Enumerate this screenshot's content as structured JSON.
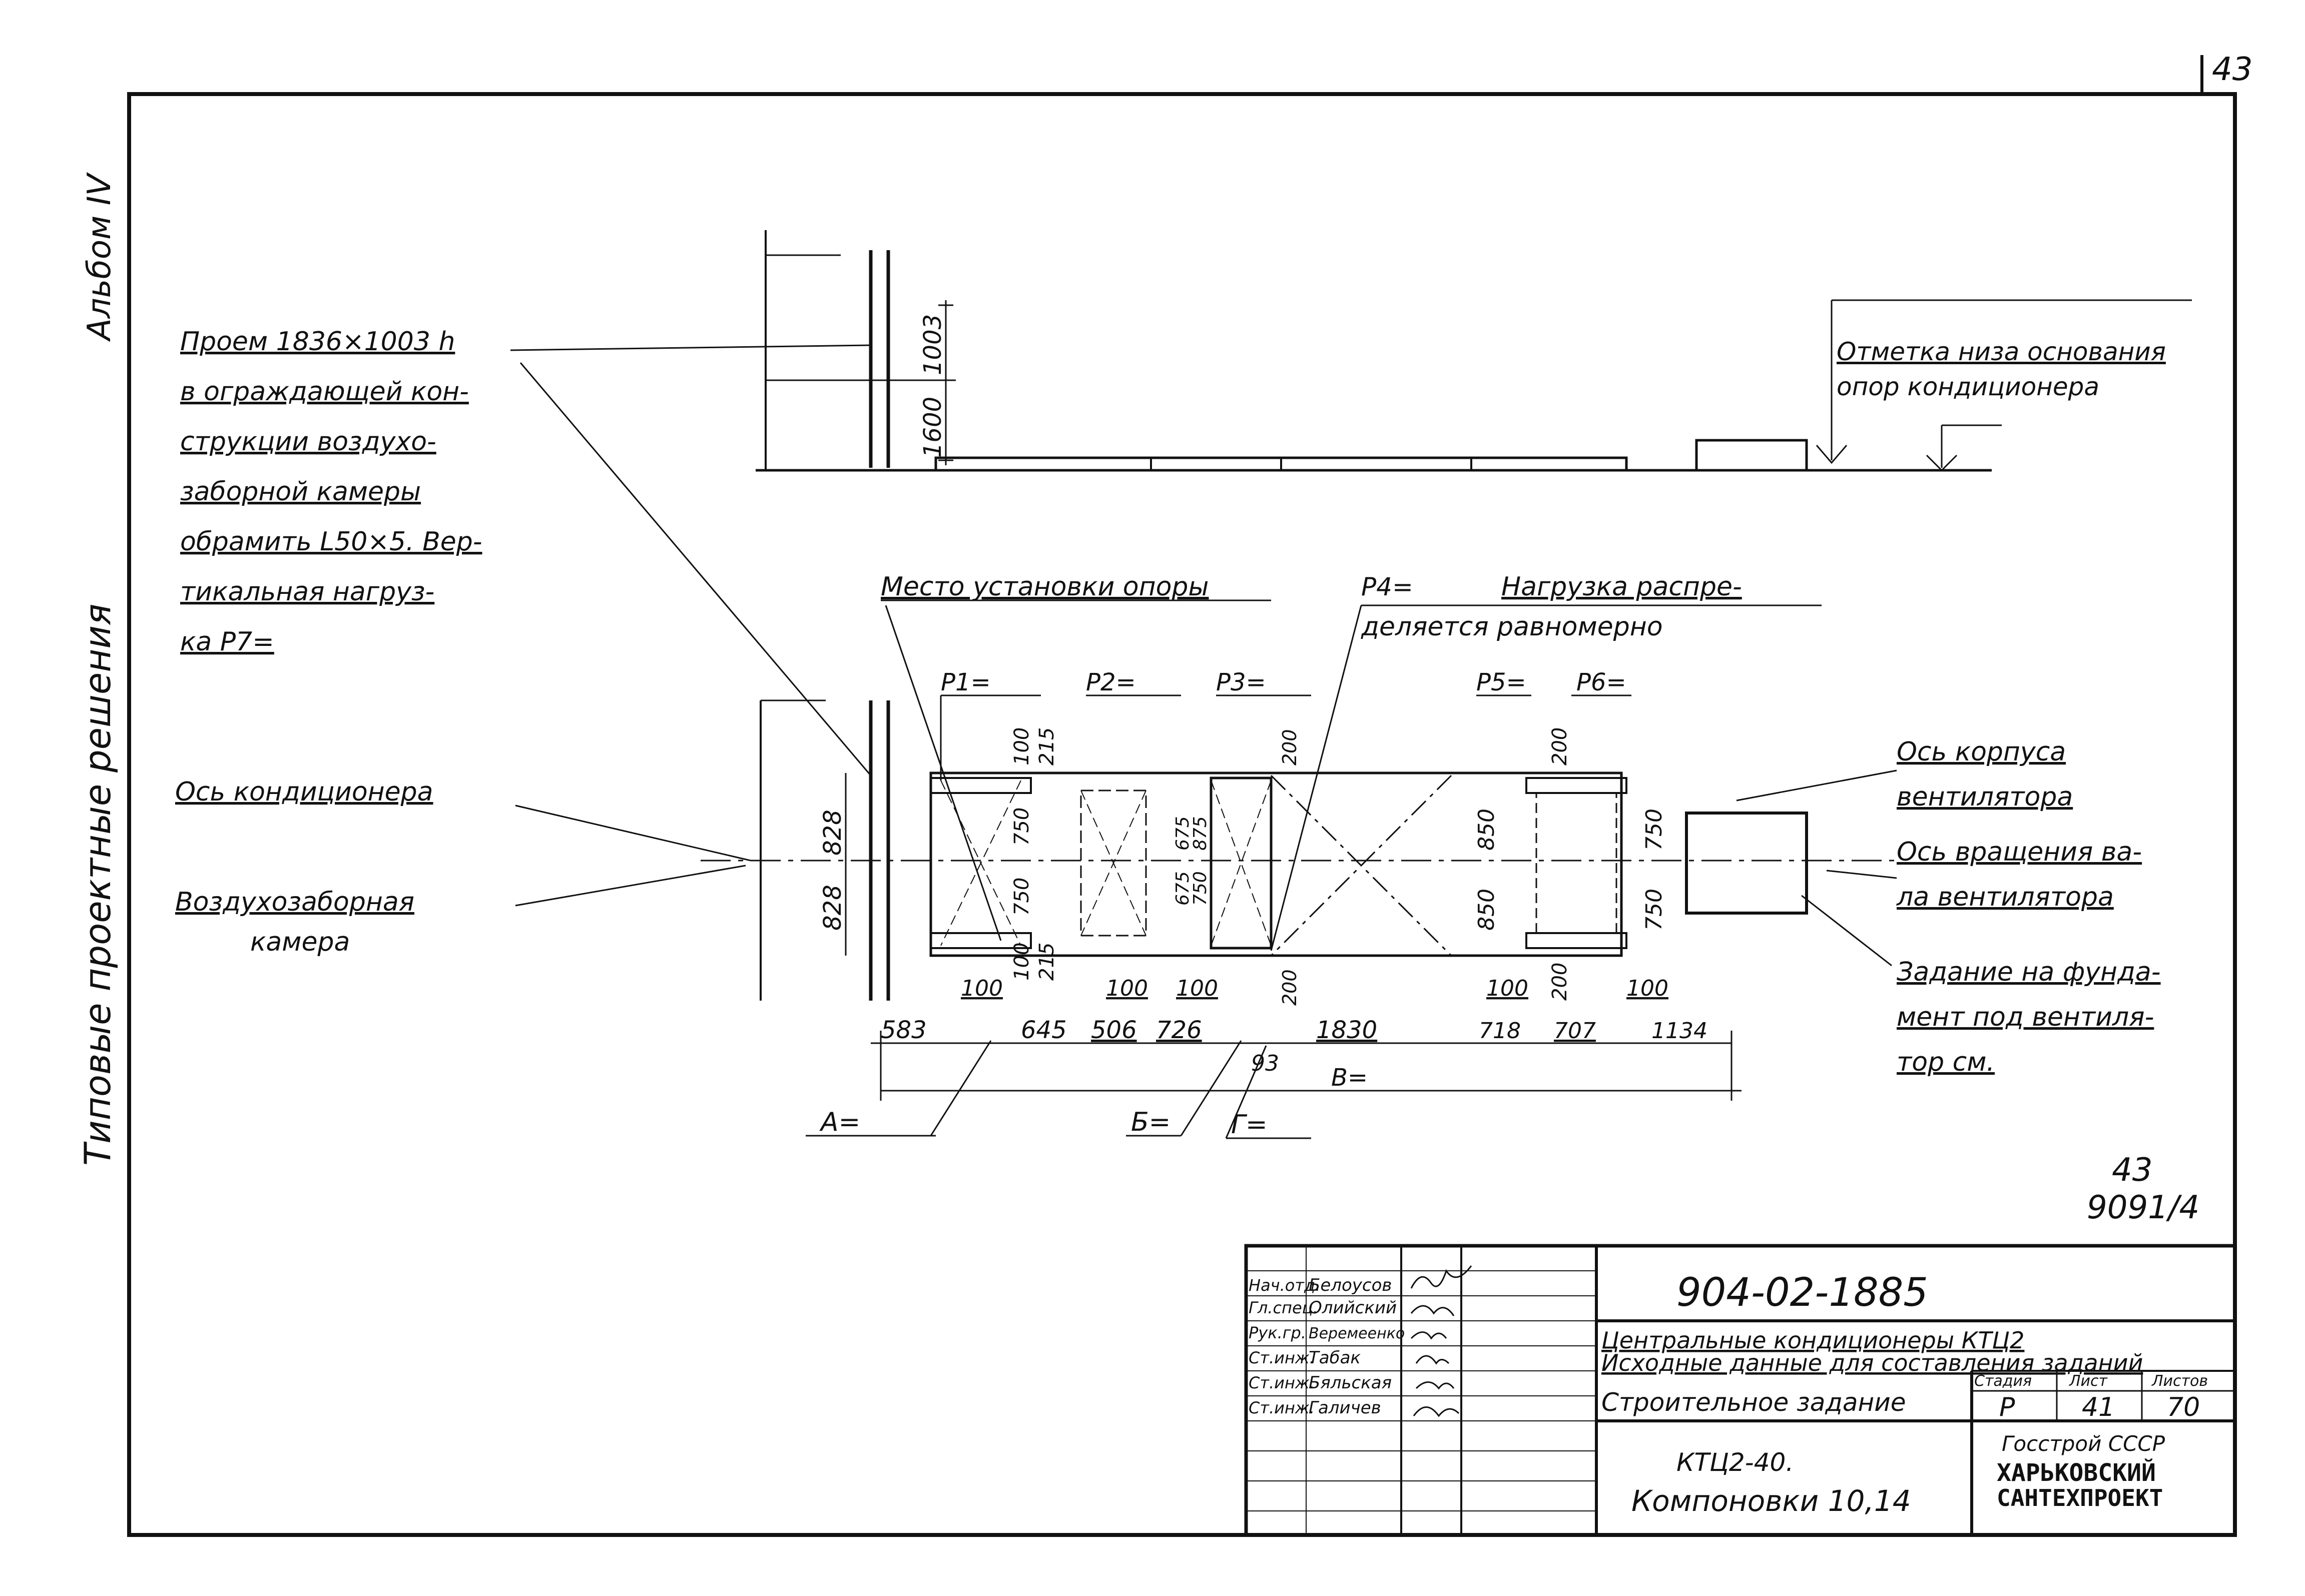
{
  "sheet": {
    "page_number": "43",
    "album": "Альбом IV",
    "series": "Типовые проектные решения",
    "sheet_code": "43\n9091/4"
  },
  "elevation": {
    "opening_note": [
      "Проем 1836×1003 h",
      "в ограждающей кон-",
      "струкции воздухо-",
      "заборной камеры",
      "обрамить L50×5. Вер-",
      "тикальная нагруз-",
      "ка P7="
    ],
    "dim_1003": "1003",
    "dim_1600": "1600",
    "base_note": [
      "Отметка низа основания",
      "опор кондиционера"
    ]
  },
  "plan": {
    "support_place": "Место установки опоры",
    "p4_note": [
      "P4=",
      "Нагрузка распре-",
      "деляется равномерно"
    ],
    "loads": [
      "P1=",
      "P2=",
      "P3=",
      "P5=",
      "P6="
    ],
    "axis_conditioner": "Ось кондиционера",
    "air_intake": [
      "Воздухозаборная",
      "камера"
    ],
    "fan_housing_axis": [
      "Ось корпуса",
      "вентилятора"
    ],
    "fan_shaft_axis": [
      "Ось вращения ва-",
      "ла вентилятора"
    ],
    "fan_foundation": [
      "Задание на фунда-",
      "мент под вентиля-",
      "тор см."
    ],
    "left_dims": [
      "828",
      "828"
    ],
    "vert_dims": [
      "100",
      "215",
      "750",
      "750",
      "100",
      "215",
      "675",
      "875",
      "675",
      "750",
      "200",
      "200",
      "850",
      "850",
      "750",
      "750",
      "200",
      "200"
    ],
    "small_dims": [
      "100",
      "100",
      "100",
      "100",
      "100"
    ],
    "chain_dims": [
      "583",
      "645",
      "506",
      "726",
      "1830",
      "718",
      "707",
      "1134"
    ],
    "dim_93": "93",
    "dim_B": "В=",
    "label_A": "А=",
    "label_Б": "Б=",
    "label_Г": "Г="
  },
  "title_block": {
    "roles": [
      "Нач.отд.",
      "Гл.спец.",
      "Рук.гр.",
      "Ст.инж.",
      "Ст.инж.",
      "Ст.инж."
    ],
    "names": [
      "Белоусов",
      "Олийский",
      "Веремеенко",
      "Табак",
      "Бяльская",
      "Галичев"
    ],
    "doc_number": "904-02-1885",
    "title_1": "Центральные кондиционеры КТЦ2",
    "title_2": "Исходные данные для составления заданий",
    "sheet_title": "Строительное задание",
    "stage_label": "Стадия",
    "sheet_label": "Лист",
    "sheets_label": "Листов",
    "stage": "Р",
    "sheet_no": "41",
    "sheets_total": "70",
    "subject_1": "КТЦ2-40.",
    "subject_2": "Компоновки 10,14",
    "org_1": "Госстрой СССР",
    "org_2": "ХАРЬКОВСКИЙ",
    "org_3": "САНТЕХПРОЕКТ"
  }
}
